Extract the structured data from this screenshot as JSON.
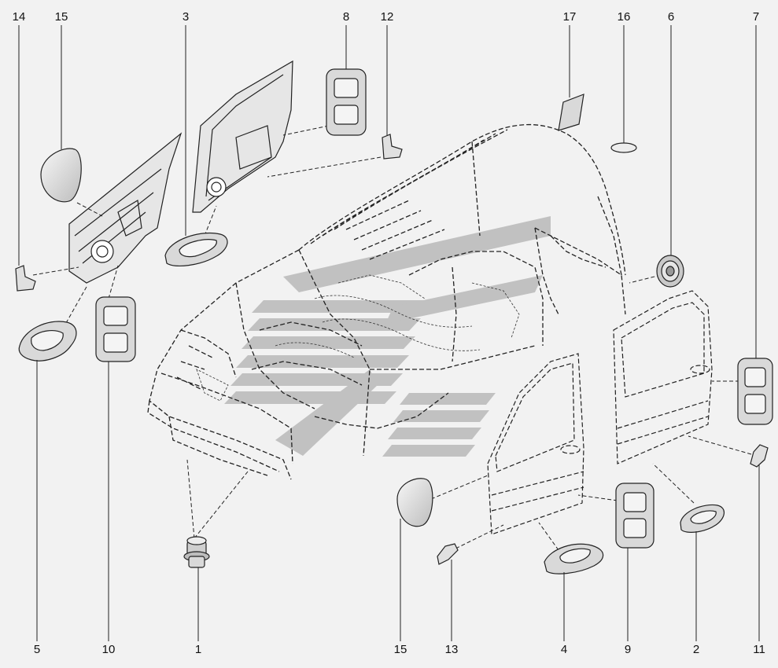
{
  "callouts": {
    "n1": "1",
    "n2": "2",
    "n3": "3",
    "n4": "4",
    "n5": "5",
    "n6": "6",
    "n7": "7",
    "n8": "8",
    "n9": "9",
    "n10": "10",
    "n11": "11",
    "n12": "12",
    "n13": "13",
    "n14": "14",
    "n15_top": "15",
    "n15_bottom": "15",
    "n16": "16",
    "n17": "17"
  },
  "colors": {
    "background": "#f2f2f2",
    "line": "#222222",
    "part_fill": "#d9d9d9",
    "part_fill_light": "#ececec",
    "watermark": "#9a9a9a"
  }
}
